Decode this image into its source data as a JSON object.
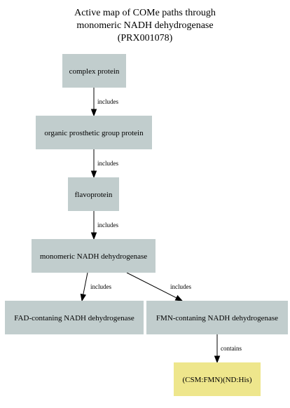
{
  "title": {
    "lines": [
      "Active map of COMe paths through",
      "monomeric NADH dehydrogenase",
      "(PRX001078)"
    ]
  },
  "colors": {
    "node_fill": "#c1cdcd",
    "highlight_fill": "#eee68c",
    "edge": "#000000",
    "background": "#ffffff"
  },
  "nodes": [
    {
      "id": "complex-protein",
      "label": "complex protein",
      "highlight": false
    },
    {
      "id": "organic-prosthetic-group-protein",
      "label": "organic prosthetic group protein",
      "highlight": false
    },
    {
      "id": "flavoprotein",
      "label": "flavoprotein",
      "highlight": false
    },
    {
      "id": "monomeric-nadh-dehydrogenase",
      "label": "monomeric NADH dehydrogenase",
      "highlight": false
    },
    {
      "id": "fad-containing-nadh-dehydrogenase",
      "label": "FAD-contaning NADH dehydrogenase",
      "highlight": false
    },
    {
      "id": "fmn-containing-nadh-dehydrogenase",
      "label": "FMN-contaning NADH dehydrogenase",
      "highlight": false
    },
    {
      "id": "csm-fmn-nd-his",
      "label": "(CSM:FMN)(ND:His)",
      "highlight": true
    }
  ],
  "edges": [
    {
      "from": "complex-protein",
      "to": "organic-prosthetic-group-protein",
      "label": "includes"
    },
    {
      "from": "organic-prosthetic-group-protein",
      "to": "flavoprotein",
      "label": "includes"
    },
    {
      "from": "flavoprotein",
      "to": "monomeric-nadh-dehydrogenase",
      "label": "includes"
    },
    {
      "from": "monomeric-nadh-dehydrogenase",
      "to": "fad-containing-nadh-dehydrogenase",
      "label": "includes"
    },
    {
      "from": "monomeric-nadh-dehydrogenase",
      "to": "fmn-containing-nadh-dehydrogenase",
      "label": "includes"
    },
    {
      "from": "fmn-containing-nadh-dehydrogenase",
      "to": "csm-fmn-nd-his",
      "label": "contains"
    }
  ]
}
